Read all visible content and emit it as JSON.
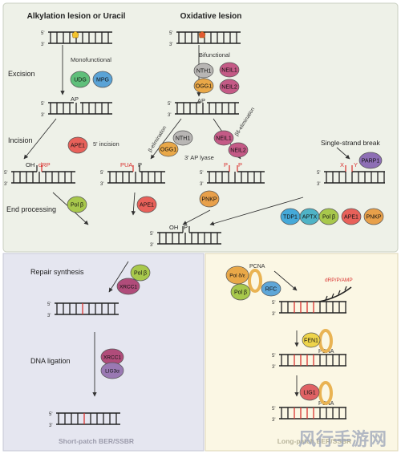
{
  "headers": {
    "left": "Alkylation lesion or Uracil",
    "right": "Oxidative lesion"
  },
  "steps": {
    "excision": "Excision",
    "incision": "Incision",
    "end_processing": "End processing",
    "repair_synthesis": "Repair synthesis",
    "dna_ligation": "DNA ligation"
  },
  "labels": {
    "monofunctional": "Monofunctional",
    "bifunctional": "Bifunctional",
    "ap": "AP",
    "incision_5": "5' incision",
    "beta_elim": "β-elimination",
    "beta_delta_elim": "βδ-elimination",
    "ap_lyase": "3' AP lyase",
    "ssb": "Single-strand break",
    "oh": "OH",
    "drp": "dRP",
    "pua": "PUA",
    "p": "P",
    "x": "X",
    "y": "Y",
    "pcna": "PCNA",
    "drp_p_amp": "dRP/P/AMP",
    "five_prime": "5'",
    "three_prime": "3'"
  },
  "enzymes": {
    "udg": "UDG",
    "mpg": "MPG",
    "nth1": "NTH1",
    "neil1": "NEIL1",
    "ogg1": "OGG1",
    "neil2": "NEIL2",
    "ape1": "APE1",
    "polb": "Pol β",
    "pnkp": "PNKP",
    "parp1": "PARP1",
    "tdp1": "TDP1",
    "aptx": "APTX",
    "xrcc1": "XRCC1",
    "lig3a": "LIG3α",
    "pol_de": "Pol δ/ε",
    "rfc": "RFC",
    "fen1": "FEN1",
    "lig1": "LIG1"
  },
  "footers": {
    "short_patch": "Short-patch BER/SSBR",
    "long_patch": "Long-patch BER/SSBR"
  },
  "watermark": "风行手游网",
  "colors": {
    "top_panel": "#eef1e8",
    "left_panel": "#e5e6f0",
    "right_panel": "#fbf7e4",
    "red": "#d9322f",
    "udg": "#5fbf7a",
    "mpg": "#5aa3d6",
    "nth1": "#b8b6b4",
    "neil": "#c45a86",
    "ogg1": "#e9a848",
    "ape1": "#e8615a",
    "polb": "#a8c84c",
    "pnkp": "#e8a04a",
    "parp1": "#8e6fb5",
    "tdp1": "#45a9d9",
    "aptx": "#4fb3c6",
    "xrcc1": "#b04c7a",
    "lig3a": "#9a79b3",
    "rfc": "#5ea6d8",
    "fen1": "#eed44a",
    "lig1": "#e06264",
    "pcna": "#e9b353"
  }
}
